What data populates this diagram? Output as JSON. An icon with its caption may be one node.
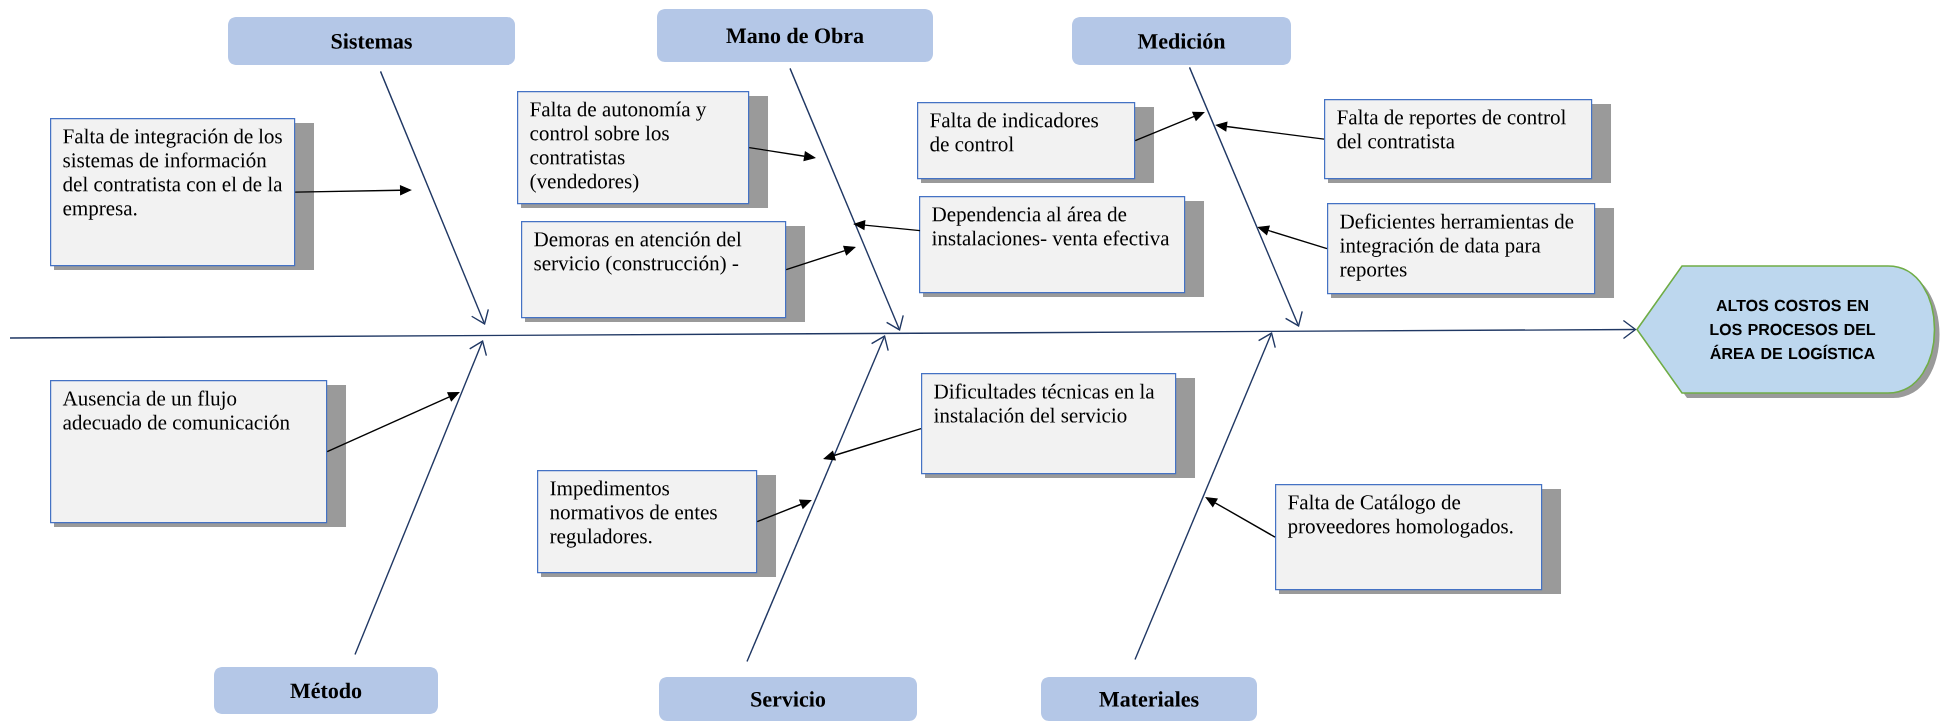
{
  "diagram": {
    "nodes": [
      {
        "text": [
          "Sistemas"
        ]
      },
      {
        "text": [
          "Mano de Obra"
        ]
      },
      {
        "text": [
          "Medición"
        ]
      },
      {
        "text": [
          "ALTOS COSTOS EN LOS PROCESOS DEL ÁREA DE LOGÍSTICA"
        ]
      },
      {
        "text": [
          "Método"
        ]
      },
      {
        "text": [
          "Servicio"
        ]
      },
      {
        "text": [
          "Materiales"
        ]
      },
      {
        "text": [
          "Falta de integración de los sistemas de información del contratista con el de la empresa."
        ]
      },
      {
        "text": [
          "Falta de autonomía y control sobre los contratistas (vendedores)"
        ]
      },
      {
        "text": [
          "Demoras en atención del servicio (construcción) -"
        ]
      },
      {
        "text": [
          "Dependencia al área de instalaciones- venta efectiva"
        ]
      },
      {
        "text": [
          "Falta de indicadores de control"
        ]
      },
      {
        "text": [
          "Falta de reportes de control del contratista"
        ]
      },
      {
        "text": [
          "Deficientes herramientas de integración de data para reportes"
        ]
      },
      {
        "text": [
          "Ausencia de un flujo adecuado de comunicación"
        ]
      },
      {
        "text": [
          "Dificultades técnicas en la instalación del servicio"
        ]
      },
      {
        "text": [
          "Impedimentos normativos de entes reguladores."
        ]
      },
      {
        "text": [
          "Falta de Catálogo de proveedores homologados."
        ]
      }
    ],
    "edges": [
      {
        "from": null,
        "to": 3,
        "arrow": "to",
        "color": "#203864"
      },
      {
        "from": 0,
        "to": null,
        "arrow": "to",
        "color": "#203864"
      },
      {
        "from": 1,
        "to": null,
        "arrow": "to",
        "color": "#203864"
      },
      {
        "from": 2,
        "to": null,
        "arrow": "to",
        "color": "#203864"
      },
      {
        "from": 4,
        "to": null,
        "arrow": "to",
        "color": "#203864"
      },
      {
        "from": 5,
        "to": null,
        "arrow": "to",
        "color": "#203864"
      },
      {
        "from": 6,
        "to": null,
        "arrow": "to",
        "color": "#203864"
      },
      {
        "from": 7,
        "to": null,
        "arrow": "to"
      },
      {
        "from": 8,
        "to": null,
        "arrow": "to"
      },
      {
        "from": 9,
        "to": null,
        "arrow": "to"
      },
      {
        "from": 10,
        "to": null,
        "arrow": "to"
      },
      {
        "from": 11,
        "to": null,
        "arrow": "to"
      },
      {
        "from": 12,
        "to": null,
        "arrow": "to"
      },
      {
        "from": 13,
        "to": null,
        "arrow": "to"
      },
      {
        "from": 14,
        "to": null,
        "arrow": "to"
      },
      {
        "from": 15,
        "to": null,
        "arrow": "to"
      },
      {
        "from": 16,
        "to": null,
        "arrow": "to"
      },
      {
        "from": 17,
        "to": null,
        "arrow": "to"
      }
    ]
  }
}
